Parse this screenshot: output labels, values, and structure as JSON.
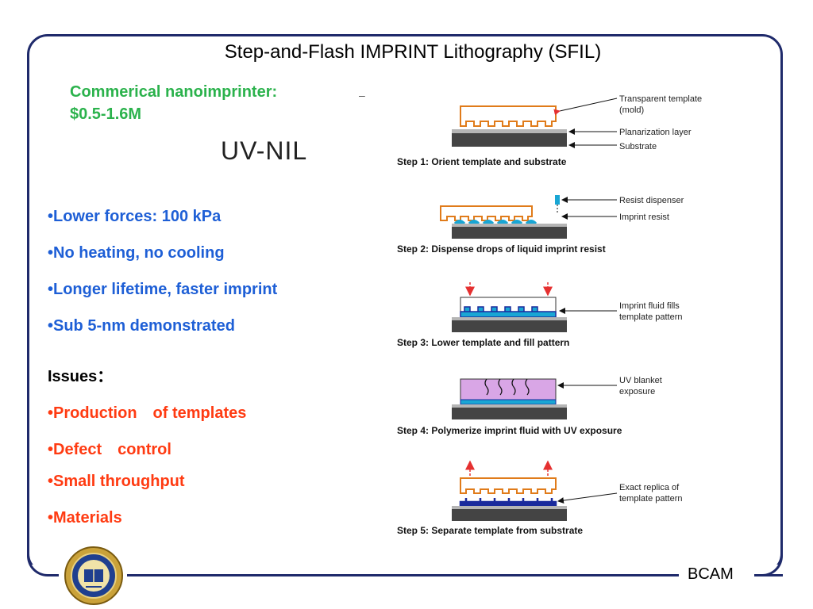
{
  "slide": {
    "title": "Step-and-Flash IMPRINT Lithography (SFIL)",
    "subhead_line1": "Commerical nanoimprinter:",
    "subhead_line2": "$0.5-1.6M",
    "dash": "–",
    "uv_nil": "UV-NIL",
    "advantages": [
      "•Lower forces: 100 kPa",
      "•No heating, no cooling",
      "•Longer lifetime, faster imprint",
      "•Sub 5-nm demonstrated"
    ],
    "issues_label": "Issues：",
    "issues": [
      "•Production　of templates",
      "•Defect　control",
      "•Small throughput",
      "•Materials"
    ],
    "footer_text": "BCAM"
  },
  "diagram": {
    "steps": [
      {
        "label": "Step 1: Orient template and substrate",
        "notes": [
          "Transparent template",
          "(mold)",
          "Planarization layer",
          "Substrate"
        ]
      },
      {
        "label": "Step 2: Dispense drops of liquid imprint resist",
        "notes": [
          "Resist dispenser",
          "Imprint resist"
        ]
      },
      {
        "label": "Step 3: Lower template and fill pattern",
        "notes": [
          "Imprint fluid fills",
          "template pattern"
        ]
      },
      {
        "label": "Step 4: Polymerize imprint fluid with UV exposure",
        "notes": [
          "UV blanket",
          "exposure"
        ]
      },
      {
        "label": "Step 5: Separate template from substrate",
        "notes": [
          "Exact replica of",
          "template pattern"
        ]
      }
    ],
    "colors": {
      "template": "#e07b1a",
      "resist": "#19a6d4",
      "uv": "#d9a6e6",
      "substrate": "#444444",
      "planarization": "#b5b5b5",
      "arrow": "#e53030",
      "replica": "#1a2a9c"
    }
  },
  "logo": {
    "name": "university-seal"
  }
}
